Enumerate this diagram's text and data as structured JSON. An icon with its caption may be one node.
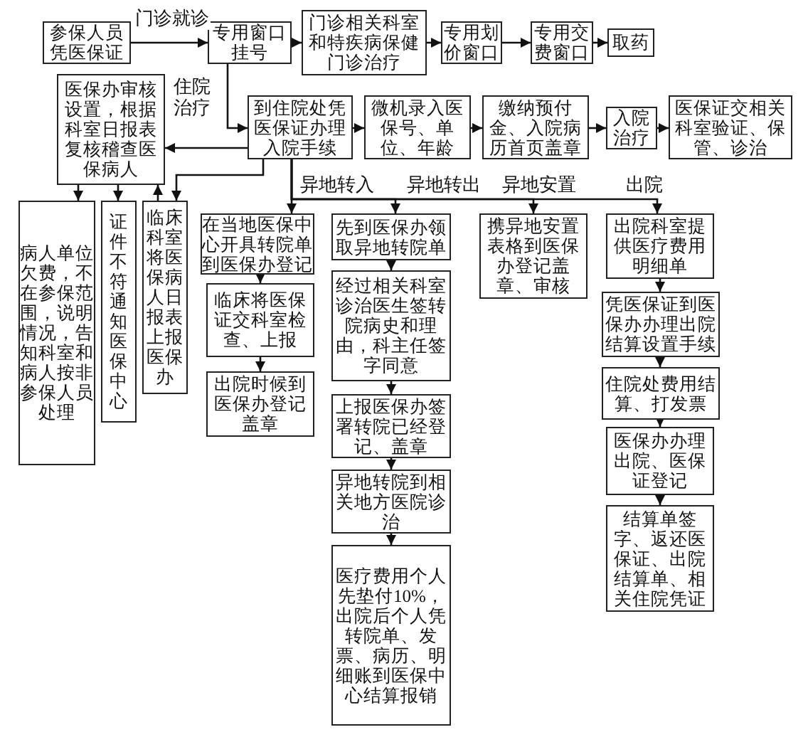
{
  "diagram": {
    "nodes": [
      {
        "text": [
          "参保人员凭医保证"
        ]
      },
      {
        "text": [
          "专用窗口挂号"
        ]
      },
      {
        "text": [
          "门诊相关科室和特疾病保健门诊治疗"
        ]
      },
      {
        "text": [
          "专用划价窗口"
        ]
      },
      {
        "text": [
          "专用交费窗口"
        ]
      },
      {
        "text": [
          "取药"
        ]
      },
      {
        "text": [
          "医保办审核设置，根据科室日报表复核稽查医保病人"
        ]
      },
      {
        "text": [
          "到住院处凭医保证办理入院手续"
        ]
      },
      {
        "text": [
          "微机录入医保号、单位、年龄"
        ]
      },
      {
        "text": [
          "缴纳预付金、入院病历首页盖章"
        ]
      },
      {
        "text": [
          "入院治疗"
        ]
      },
      {
        "text": [
          "医保证交相关科室验证、保管、诊治"
        ]
      },
      {
        "text": [
          "病人单位欠费，不在参保范围，说明情况，告知科室和病人按非参保人员处理"
        ]
      },
      {
        "text": [
          "证件不符通知医保中心"
        ]
      },
      {
        "text": [
          "临床科室将医保病人日报表上报医保办"
        ]
      },
      {
        "text": [
          "在当地医保中心开具转院单到医保办登记"
        ]
      },
      {
        "text": [
          "临床将医保证交科室检查、上报"
        ]
      },
      {
        "text": [
          "出院时候到医保办登记盖章"
        ]
      },
      {
        "text": [
          "先到医保办领取异地转院单"
        ]
      },
      {
        "text": [
          "经过相关科室诊治医生签转院病史和理由，科主任签字同意"
        ]
      },
      {
        "text": [
          "上报医保办签署转院已经登记、盖章"
        ]
      },
      {
        "text": [
          "异地转院到相关地方医院诊治"
        ]
      },
      {
        "text": [
          "医疗费用个人先垫付10%，出院后个人凭转院单、发票、病历、明细账到医保中心结算报销"
        ]
      },
      {
        "text": [
          "携异地安置表格到医保办登记盖章、审核"
        ]
      },
      {
        "text": [
          "出院科室提供医疗费用明细单"
        ]
      },
      {
        "text": [
          "凭医保证到医保办办理出院结算设置手续"
        ]
      },
      {
        "text": [
          "住院处费用结算、打发票"
        ]
      },
      {
        "text": [
          "医保办办理出院、医保证登记"
        ]
      },
      {
        "text": [
          "结算单签字、返还医保证、出院结算单、相关住院凭证"
        ]
      }
    ],
    "edges": [
      {
        "from": 0,
        "to": 1,
        "arrow": "to",
        "label": "门诊就诊"
      },
      {
        "from": 1,
        "to": 2,
        "arrow": "to"
      },
      {
        "from": 2,
        "to": 3,
        "arrow": "to"
      },
      {
        "from": 3,
        "to": 4,
        "arrow": "to"
      },
      {
        "from": 4,
        "to": 5,
        "arrow": "to"
      },
      {
        "from": 1,
        "to": 7,
        "arrow": "to",
        "label": "住院治疗"
      },
      {
        "from": 7,
        "to": 8,
        "arrow": "to"
      },
      {
        "from": 8,
        "to": 9,
        "arrow": "to"
      },
      {
        "from": 9,
        "to": 10,
        "arrow": "to"
      },
      {
        "from": 10,
        "to": 11,
        "arrow": "to"
      },
      {
        "from": 7,
        "to": 6,
        "arrow": "to"
      },
      {
        "from": 7,
        "to": 14,
        "arrow": "to"
      },
      {
        "from": 7,
        "to": 15,
        "arrow": "to",
        "label": "异地转入"
      },
      {
        "from": 7,
        "to": 18,
        "arrow": "to",
        "label": "异地转出"
      },
      {
        "from": 7,
        "to": 23,
        "arrow": "to",
        "label": "异地安置"
      },
      {
        "from": 7,
        "to": 24,
        "arrow": "to",
        "label": "出院"
      },
      {
        "from": 6,
        "to": 12,
        "arrow": "to"
      },
      {
        "from": 6,
        "to": 13,
        "arrow": "to"
      },
      {
        "from": 14,
        "to": 6,
        "arrow": "to"
      },
      {
        "from": 15,
        "to": 16,
        "arrow": "to"
      },
      {
        "from": 16,
        "to": 17,
        "arrow": "to"
      },
      {
        "from": 18,
        "to": 19,
        "arrow": "to"
      },
      {
        "from": 19,
        "to": 20,
        "arrow": "to"
      },
      {
        "from": 20,
        "to": 21,
        "arrow": "to"
      },
      {
        "from": 21,
        "to": 22,
        "arrow": "to"
      },
      {
        "from": 24,
        "to": 25,
        "arrow": "to"
      },
      {
        "from": 25,
        "to": 26,
        "arrow": "to"
      },
      {
        "from": 26,
        "to": 27,
        "arrow": "to"
      },
      {
        "from": 27,
        "to": 28,
        "arrow": "to"
      }
    ]
  }
}
